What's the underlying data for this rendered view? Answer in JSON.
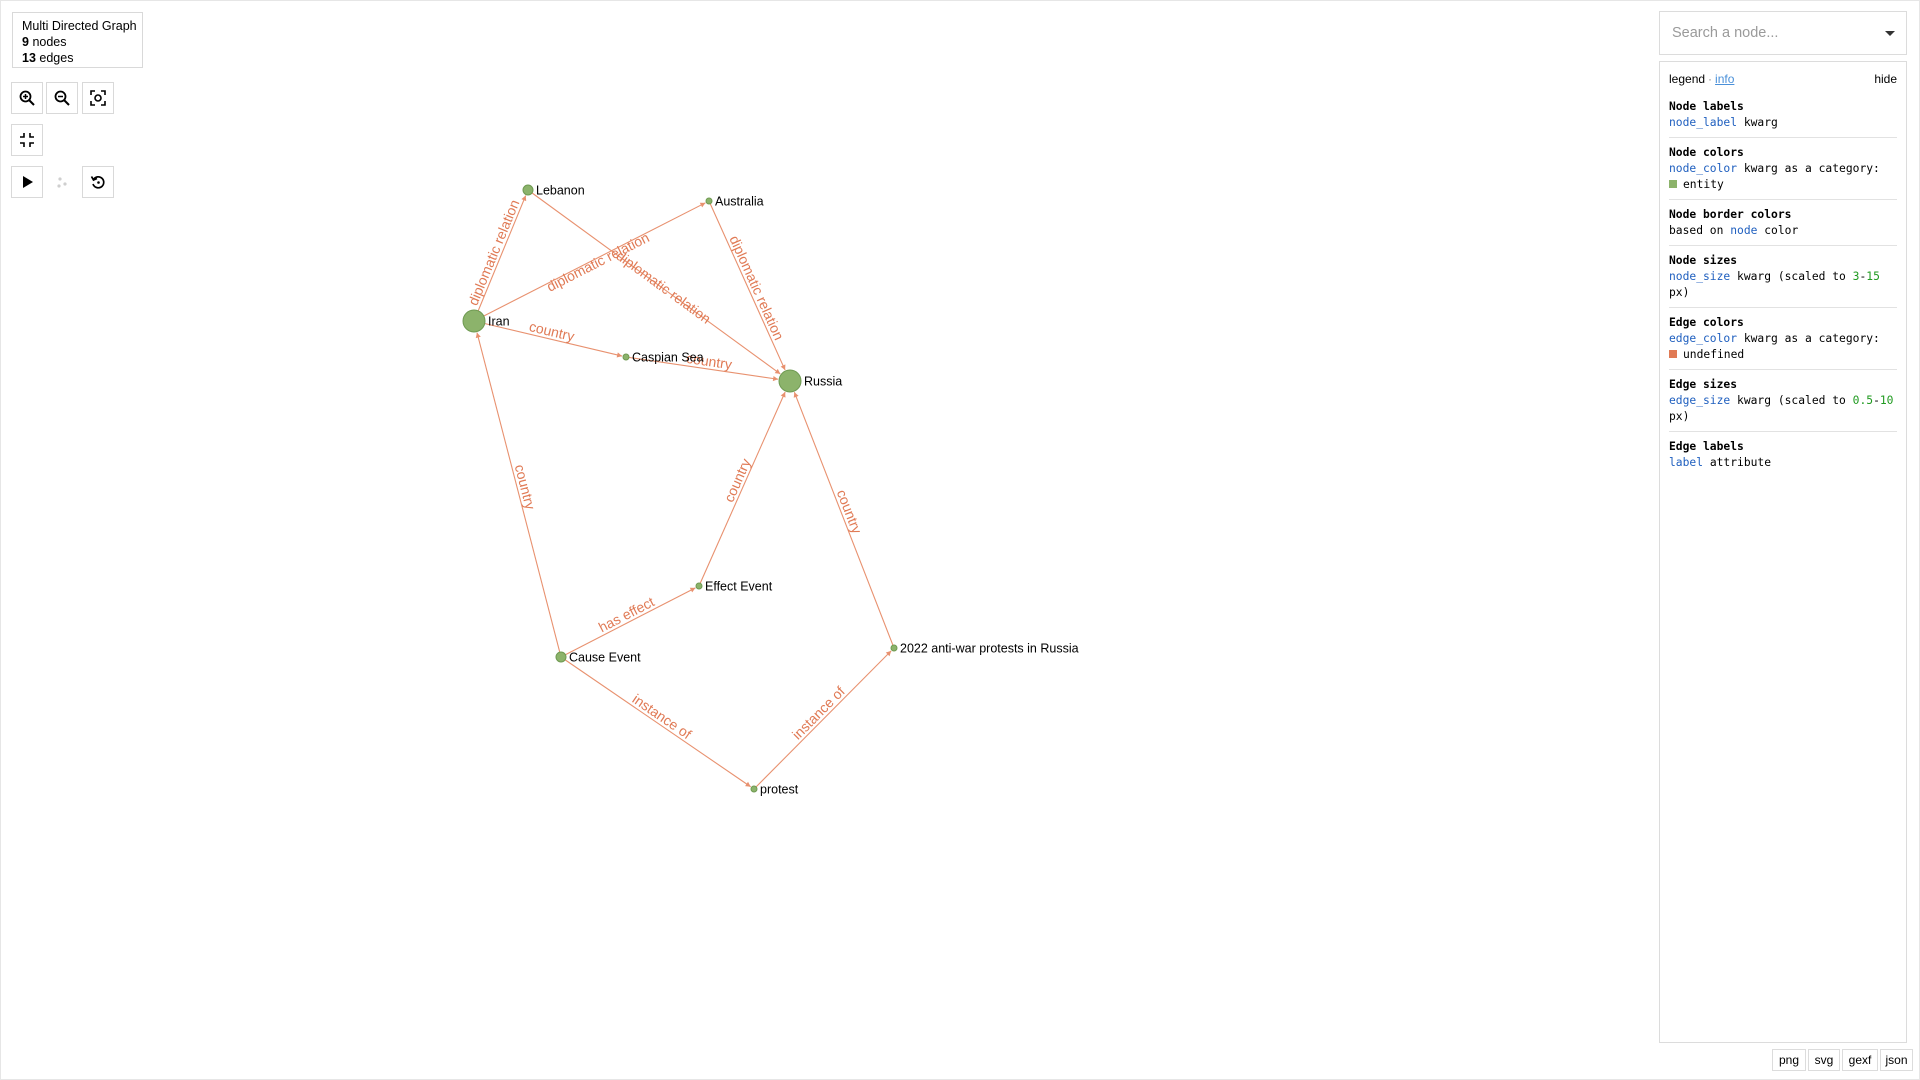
{
  "stats": {
    "title": "Multi Directed Graph",
    "nodes_count": "9",
    "nodes_word": "nodes",
    "edges_count": "13",
    "edges_word": "edges"
  },
  "toolbar": {
    "zoom_in_icon": "zoom-in-icon",
    "zoom_out_icon": "zoom-out-icon",
    "fit_icon": "fit-view-icon",
    "shrink_icon": "minimize-icon",
    "play_icon": "play-icon",
    "layout_icon": "layout-dots-icon",
    "reset_icon": "reset-icon"
  },
  "search": {
    "placeholder": "Search a node..."
  },
  "legend": {
    "tab_legend": "legend",
    "separator": "·",
    "tab_info": "info",
    "hide": "hide",
    "sections": [
      {
        "title": "Node labels",
        "kw": "node_label",
        "rest": " kwarg"
      },
      {
        "title": "Node colors",
        "kw": "node_color",
        "rest": " kwarg as a category:",
        "swatch_color": "#8cb36b",
        "swatch_label": "entity"
      },
      {
        "title": "Node border colors",
        "pre": "based on ",
        "kw": "node",
        "rest": " color"
      },
      {
        "title": "Node sizes",
        "kw": "node_size",
        "rest": " kwarg (scaled to ",
        "n1": "3",
        "dash": "-",
        "n2": "15",
        "tail": " px)"
      },
      {
        "title": "Edge colors",
        "kw": "edge_color",
        "rest": " kwarg as a category:",
        "swatch_color": "#e07a55",
        "swatch_label": "undefined"
      },
      {
        "title": "Edge sizes",
        "kw": "edge_size",
        "rest": " kwarg (scaled to ",
        "n1": "0.5",
        "dash": "-",
        "n2": "10",
        "tail": " px)"
      },
      {
        "title": "Edge labels",
        "kw": "label",
        "rest": " attribute"
      }
    ]
  },
  "exports": [
    "png",
    "svg",
    "gexf",
    "json"
  ],
  "colors": {
    "node_fill": "#8cb36b",
    "node_border": "#6f9a52",
    "edge": "#e8916f",
    "edge_label": "#e07a55"
  },
  "graph": {
    "nodes": [
      {
        "id": "lebanon",
        "label": "Lebanon",
        "size": 5
      },
      {
        "id": "australia",
        "label": "Australia",
        "size": 3
      },
      {
        "id": "iran",
        "label": "Iran",
        "size": 11
      },
      {
        "id": "caspian",
        "label": "Caspian Sea",
        "size": 3
      },
      {
        "id": "russia",
        "label": "Russia",
        "size": 11
      },
      {
        "id": "effect",
        "label": "Effect Event",
        "size": 3
      },
      {
        "id": "cause",
        "label": "Cause Event",
        "size": 5
      },
      {
        "id": "protests",
        "label": "2022 anti-war protests in Russia",
        "size": 3
      },
      {
        "id": "protest",
        "label": "protest",
        "size": 3
      }
    ],
    "edges": [
      {
        "source": "iran",
        "target": "lebanon",
        "label": "diplomatic relation"
      },
      {
        "source": "iran",
        "target": "australia",
        "label": "diplomatic relation"
      },
      {
        "source": "lebanon",
        "target": "russia",
        "label": "diplomatic relation"
      },
      {
        "source": "australia",
        "target": "russia",
        "label": "diplomatic relation"
      },
      {
        "source": "iran",
        "target": "caspian",
        "label": "country"
      },
      {
        "source": "caspian",
        "target": "russia",
        "label": "country"
      },
      {
        "source": "cause",
        "target": "iran",
        "label": "country"
      },
      {
        "source": "effect",
        "target": "russia",
        "label": "country"
      },
      {
        "source": "protests",
        "target": "russia",
        "label": "country"
      },
      {
        "source": "cause",
        "target": "effect",
        "label": "has effect"
      },
      {
        "source": "cause",
        "target": "protest",
        "label": "instance of"
      },
      {
        "source": "protest",
        "target": "protests",
        "label": "instance of"
      }
    ]
  }
}
